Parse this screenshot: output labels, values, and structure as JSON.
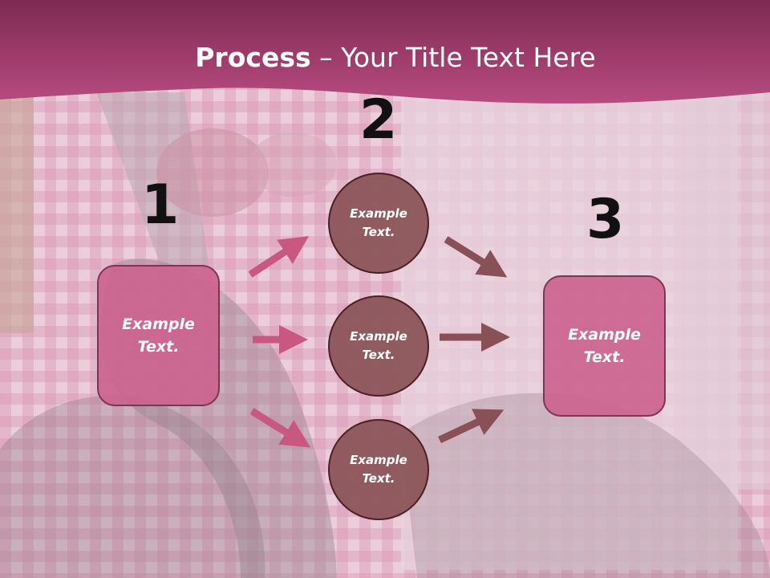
{
  "slide": {
    "title_bold": "Process",
    "title_rest": " – Your Title Text Here",
    "steps": [
      {
        "number": "1",
        "text": "Example Text."
      },
      {
        "number": "2",
        "text": "Example Text."
      },
      {
        "number": "3",
        "text": "Example Text."
      }
    ],
    "circles": [
      {
        "text": "Example Text."
      },
      {
        "text": "Example Text."
      },
      {
        "text": "Example Text."
      }
    ]
  },
  "colors": {
    "banner": "#a83a6e",
    "box_fill": "#cc628e",
    "circle_fill": "#8c555a",
    "arrow_pink": "#c8587f",
    "arrow_brown": "#8a5057"
  }
}
